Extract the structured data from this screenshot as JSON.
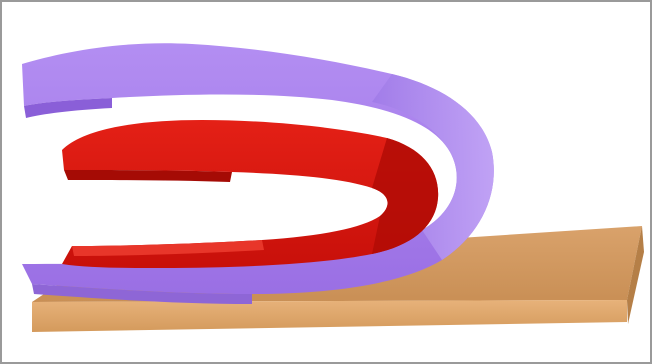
{
  "illustration": {
    "parts": [
      {
        "name": "base-board",
        "color": "#D9A066"
      },
      {
        "name": "outer-folded-layer",
        "color": "#A57BEA"
      },
      {
        "name": "inner-folded-layer",
        "color": "#D8140C"
      }
    ],
    "frame_color": "#9A9A9A",
    "background_color": "#FFFFFF"
  }
}
